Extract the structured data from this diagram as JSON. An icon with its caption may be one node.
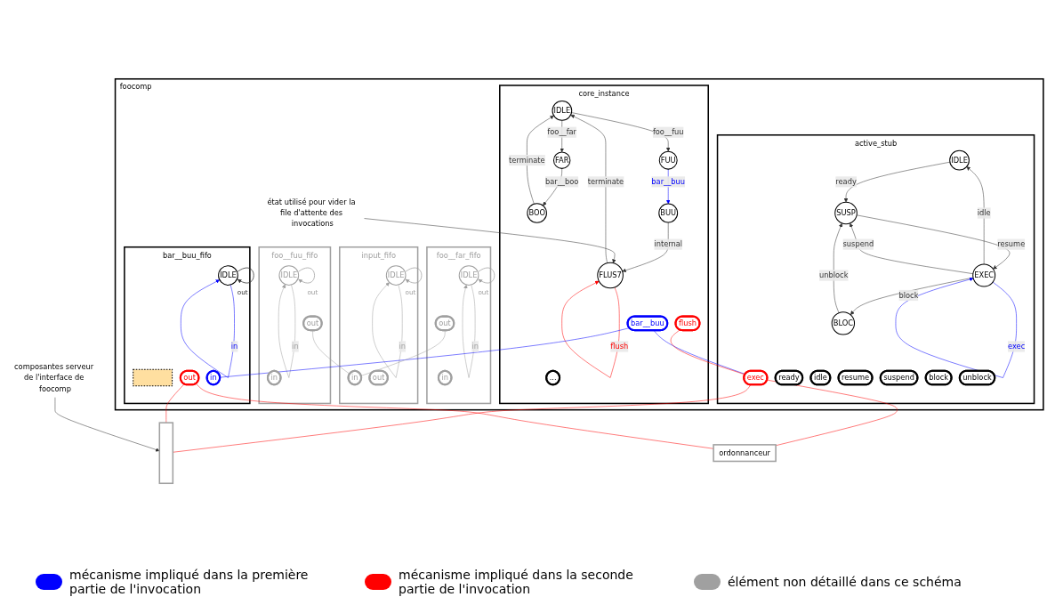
{
  "diagram": {
    "nodes": [
      {
        "text": [
          "foocomp"
        ]
      },
      {
        "text": [
          "core_instance"
        ],
        "in": 0
      },
      {
        "text": [
          "IDLE"
        ],
        "in": 1
      },
      {
        "text": [
          "FAR"
        ],
        "in": 1
      },
      {
        "text": [
          "FUU"
        ],
        "in": 1
      },
      {
        "text": [
          "FLUS7"
        ],
        "in": 1
      },
      {
        "text": [
          "BOO"
        ],
        "in": 1
      },
      {
        "text": [
          "BUU"
        ],
        "in": 1
      },
      {
        "text": [
          "bar__buu"
        ],
        "in": 1
      },
      {
        "text": [
          "..."
        ],
        "in": 1
      },
      {
        "text": [
          "flush"
        ],
        "in": 1
      },
      {
        "text": [
          "active_stub"
        ],
        "in": 0
      },
      {
        "text": [
          "ready"
        ],
        "in": 11
      },
      {
        "text": [
          "idle"
        ],
        "in": 11
      },
      {
        "text": [
          "resume"
        ],
        "in": 11
      },
      {
        "text": [
          "suspend"
        ],
        "in": 11
      },
      {
        "text": [
          "block"
        ],
        "in": 11
      },
      {
        "text": [
          "exec"
        ],
        "in": 11
      },
      {
        "text": [
          "unblock"
        ],
        "in": 11
      },
      {
        "text": [
          "IDLE"
        ],
        "in": 11
      },
      {
        "text": [
          "SUSP"
        ],
        "in": 11
      },
      {
        "text": [
          "EXEC"
        ],
        "in": 11
      },
      {
        "text": [
          "BLOC"
        ],
        "in": 11
      },
      {
        "text": [
          "foo__far_fifo"
        ],
        "in": 0
      },
      {
        "text": [
          "in"
        ],
        "in": 23
      },
      {
        "text": [
          "IDLE"
        ],
        "in": 23
      },
      {
        "text": [
          "out"
        ],
        "in": 23
      },
      {
        "text": [
          "état utilisé pour vider la file d'attente des invocations"
        ],
        "in": 0
      },
      {
        "text": [
          "input_fifo"
        ],
        "in": 0
      },
      {
        "text": [
          "in"
        ],
        "in": 28
      },
      {
        "text": [
          "IDLE"
        ],
        "in": 28
      },
      {
        "text": [
          "out"
        ],
        "in": 28
      },
      {
        "text": [
          "foo__fuu_fifo"
        ],
        "in": 0
      },
      {
        "text": [
          "in"
        ],
        "in": 32
      },
      {
        "text": [
          "IDLE"
        ],
        "in": 32
      },
      {
        "text": [
          "out"
        ],
        "in": 32
      },
      {
        "text": [
          "bar__buu_fifo"
        ],
        "in": 0
      },
      {
        "text": [],
        "shape": "bar",
        "in": 36
      },
      {
        "text": [
          "in"
        ],
        "in": 36
      },
      {
        "text": [
          "IDLE"
        ],
        "in": 36
      },
      {
        "text": [
          "out"
        ],
        "in": 36
      },
      {
        "text": [
          "composantes serveur de l'interface de foocomp"
        ]
      },
      {
        "text": [],
        "shape": "box"
      },
      {
        "text": [
          "ordonnanceur"
        ]
      }
    ],
    "edges": [
      {
        "from": 2,
        "to": 3,
        "arrow": "to",
        "label": "foo__far"
      },
      {
        "from": 2,
        "to": 4,
        "arrow": "to",
        "label": "foo__fuu"
      },
      {
        "from": 3,
        "to": 6,
        "arrow": "to",
        "label": "bar__boo"
      },
      {
        "from": 6,
        "to": 2,
        "arrow": "to",
        "label": "terminate"
      },
      {
        "from": 5,
        "to": 2,
        "arrow": "to",
        "label": "terminate"
      },
      {
        "from": 5,
        "to": 5,
        "arrow": "to",
        "label": "flush",
        "color": "#ff0000"
      },
      {
        "from": 4,
        "to": 7,
        "arrow": "to",
        "label": "bar__buu",
        "color": "#0000ff"
      },
      {
        "from": 7,
        "to": 5,
        "arrow": "to",
        "label": "internal"
      },
      {
        "from": 27,
        "to": 5,
        "arrow": "to"
      },
      {
        "from": 19,
        "to": 20,
        "arrow": "to",
        "label": "ready"
      },
      {
        "from": 21,
        "to": 19,
        "arrow": "to",
        "label": "idle"
      },
      {
        "from": 21,
        "to": 20,
        "arrow": "to",
        "label": "suspend"
      },
      {
        "from": 20,
        "to": 21,
        "arrow": "to",
        "label": "resume"
      },
      {
        "from": 21,
        "to": 22,
        "arrow": "to",
        "label": "block"
      },
      {
        "from": 22,
        "to": 20,
        "arrow": "to",
        "label": "unblock"
      },
      {
        "from": 21,
        "to": 21,
        "arrow": "to",
        "label": "exec",
        "color": "#0000ff"
      },
      {
        "from": 25,
        "to": 25,
        "arrow": "to",
        "label": "in",
        "color": "#a0a0a0"
      },
      {
        "from": 25,
        "to": 25,
        "arrow": "to",
        "label": "out",
        "color": "#a0a0a0"
      },
      {
        "from": 30,
        "to": 30,
        "arrow": "to",
        "label": "in",
        "color": "#a0a0a0"
      },
      {
        "from": 30,
        "to": 30,
        "arrow": "to",
        "label": "out",
        "color": "#a0a0a0"
      },
      {
        "from": 34,
        "to": 34,
        "arrow": "to",
        "label": "in",
        "color": "#a0a0a0"
      },
      {
        "from": 34,
        "to": 34,
        "arrow": "to",
        "label": "out",
        "color": "#a0a0a0"
      },
      {
        "from": 39,
        "to": 39,
        "arrow": "to",
        "label": "in",
        "color": "#0000ff"
      },
      {
        "from": 39,
        "to": 39,
        "arrow": "to",
        "label": "out"
      },
      {
        "from": 8,
        "to": 17,
        "arrow": "none",
        "color": "#0000ff"
      },
      {
        "from": 8,
        "to": 38,
        "arrow": "none",
        "color": "#0000ff"
      },
      {
        "from": 10,
        "to": 17,
        "arrow": "none",
        "color": "#ff0000"
      },
      {
        "from": 17,
        "to": 42,
        "arrow": "none",
        "color": "#ff0000"
      },
      {
        "from": 17,
        "to": 43,
        "arrow": "none",
        "color": "#ff0000"
      },
      {
        "from": 40,
        "to": 42,
        "arrow": "none",
        "color": "#ff0000"
      },
      {
        "from": 40,
        "to": 43,
        "arrow": "none",
        "color": "#ff0000"
      },
      {
        "from": 26,
        "to": 29,
        "arrow": "none",
        "color": "#a0a0a0"
      },
      {
        "from": 35,
        "to": 29,
        "arrow": "none",
        "color": "#a0a0a0"
      },
      {
        "from": 41,
        "to": 42,
        "arrow": "to"
      }
    ],
    "legend": [
      {
        "text": "mécanisme impliqué dans la première partie de l'invocation",
        "color": "#0000ff"
      },
      {
        "text": "mécanisme impliqué dans la seconde partie de l'invocation",
        "color": "#ff0000"
      },
      {
        "text": "élément non détaillé dans ce schéma",
        "color": "#a0a0a0"
      }
    ]
  }
}
